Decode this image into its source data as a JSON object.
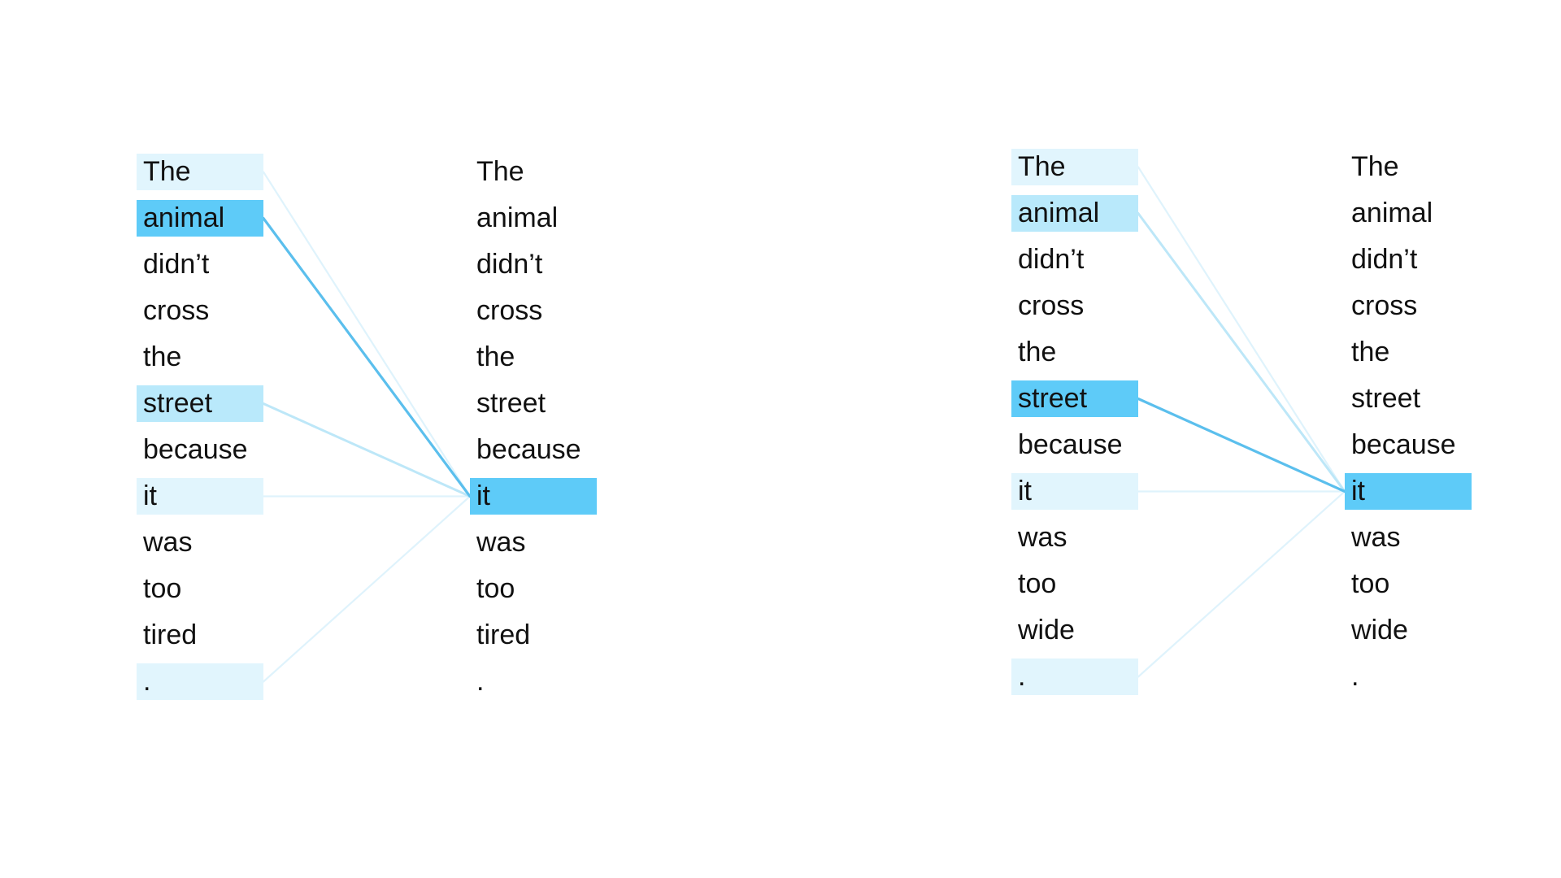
{
  "colors": {
    "strong": "#5ecbf8",
    "medium": "#b9e9fb",
    "weak": "#e1f5fd",
    "strong_line": "#5bbfed",
    "medium_line": "#bde7f8",
    "weak_line": "#dff3fc"
  },
  "left_panel": {
    "source_tokens": [
      "The",
      "animal",
      "didn’t",
      "cross",
      "the",
      "street",
      "because",
      "it",
      "was",
      "too",
      "tired",
      "."
    ],
    "target_tokens": [
      "The",
      "animal",
      "didn’t",
      "cross",
      "the",
      "street",
      "because",
      "it",
      "was",
      "too",
      "tired",
      "."
    ],
    "query_token_index": 7,
    "source_highlights": [
      {
        "index": 0,
        "level": "weak"
      },
      {
        "index": 1,
        "level": "strong"
      },
      {
        "index": 5,
        "level": "medium"
      },
      {
        "index": 7,
        "level": "weak"
      },
      {
        "index": 11,
        "level": "weak"
      }
    ]
  },
  "right_panel": {
    "source_tokens": [
      "The",
      "animal",
      "didn’t",
      "cross",
      "the",
      "street",
      "because",
      "it",
      "was",
      "too",
      "wide",
      "."
    ],
    "target_tokens": [
      "The",
      "animal",
      "didn’t",
      "cross",
      "the",
      "street",
      "because",
      "it",
      "was",
      "too",
      "wide",
      "."
    ],
    "query_token_index": 7,
    "source_highlights": [
      {
        "index": 0,
        "level": "weak"
      },
      {
        "index": 1,
        "level": "medium"
      },
      {
        "index": 5,
        "level": "strong"
      },
      {
        "index": 7,
        "level": "weak"
      },
      {
        "index": 11,
        "level": "weak"
      }
    ]
  }
}
